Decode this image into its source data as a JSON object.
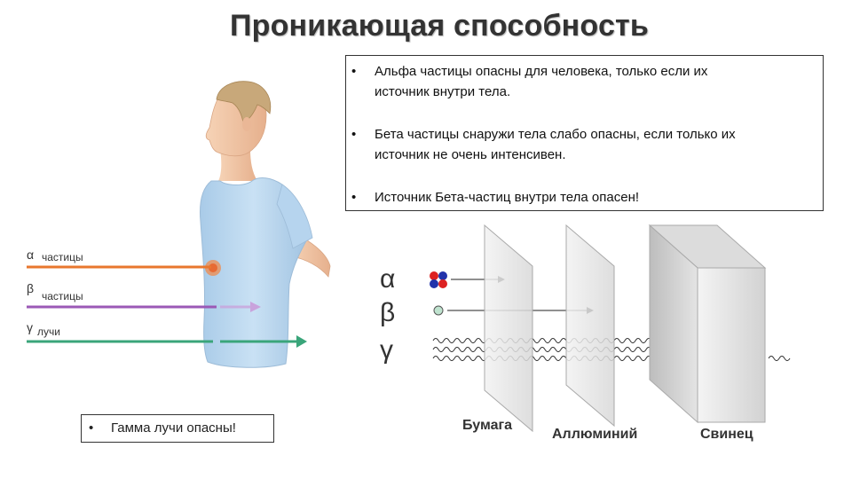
{
  "title": "Проникающая способность",
  "info_bullets": [
    {
      "line1": "Альфа частицы опасны для человека, только если их",
      "line2": "источник внутри тела."
    },
    {
      "line1": "Бета частицы снаружи тела слабо опасны, если только их",
      "line2": "источник не очень интенсивен."
    },
    {
      "line1": "Источник Бета-частиц внутри тела опасен!",
      "line2": ""
    }
  ],
  "gamma_note": "Гамма лучи опасны!",
  "body_figure": {
    "rays": [
      {
        "symbol": "α",
        "label": "частицы",
        "color": "#e8772e"
      },
      {
        "symbol": "β",
        "label": "частицы",
        "color": "#9b59b6"
      },
      {
        "symbol": "γ",
        "label": "лучи",
        "color": "#3aa57a"
      }
    ]
  },
  "shielding": {
    "symbols": [
      "α",
      "β",
      "γ"
    ],
    "barriers": [
      "Бумага",
      "Аллюминий",
      "Свинец"
    ]
  },
  "colors": {
    "alpha": "#e8772e",
    "beta": "#9b59b6",
    "gamma": "#3aa57a",
    "shirt": "#b9d7ef",
    "skin": "#f2c9a8"
  }
}
